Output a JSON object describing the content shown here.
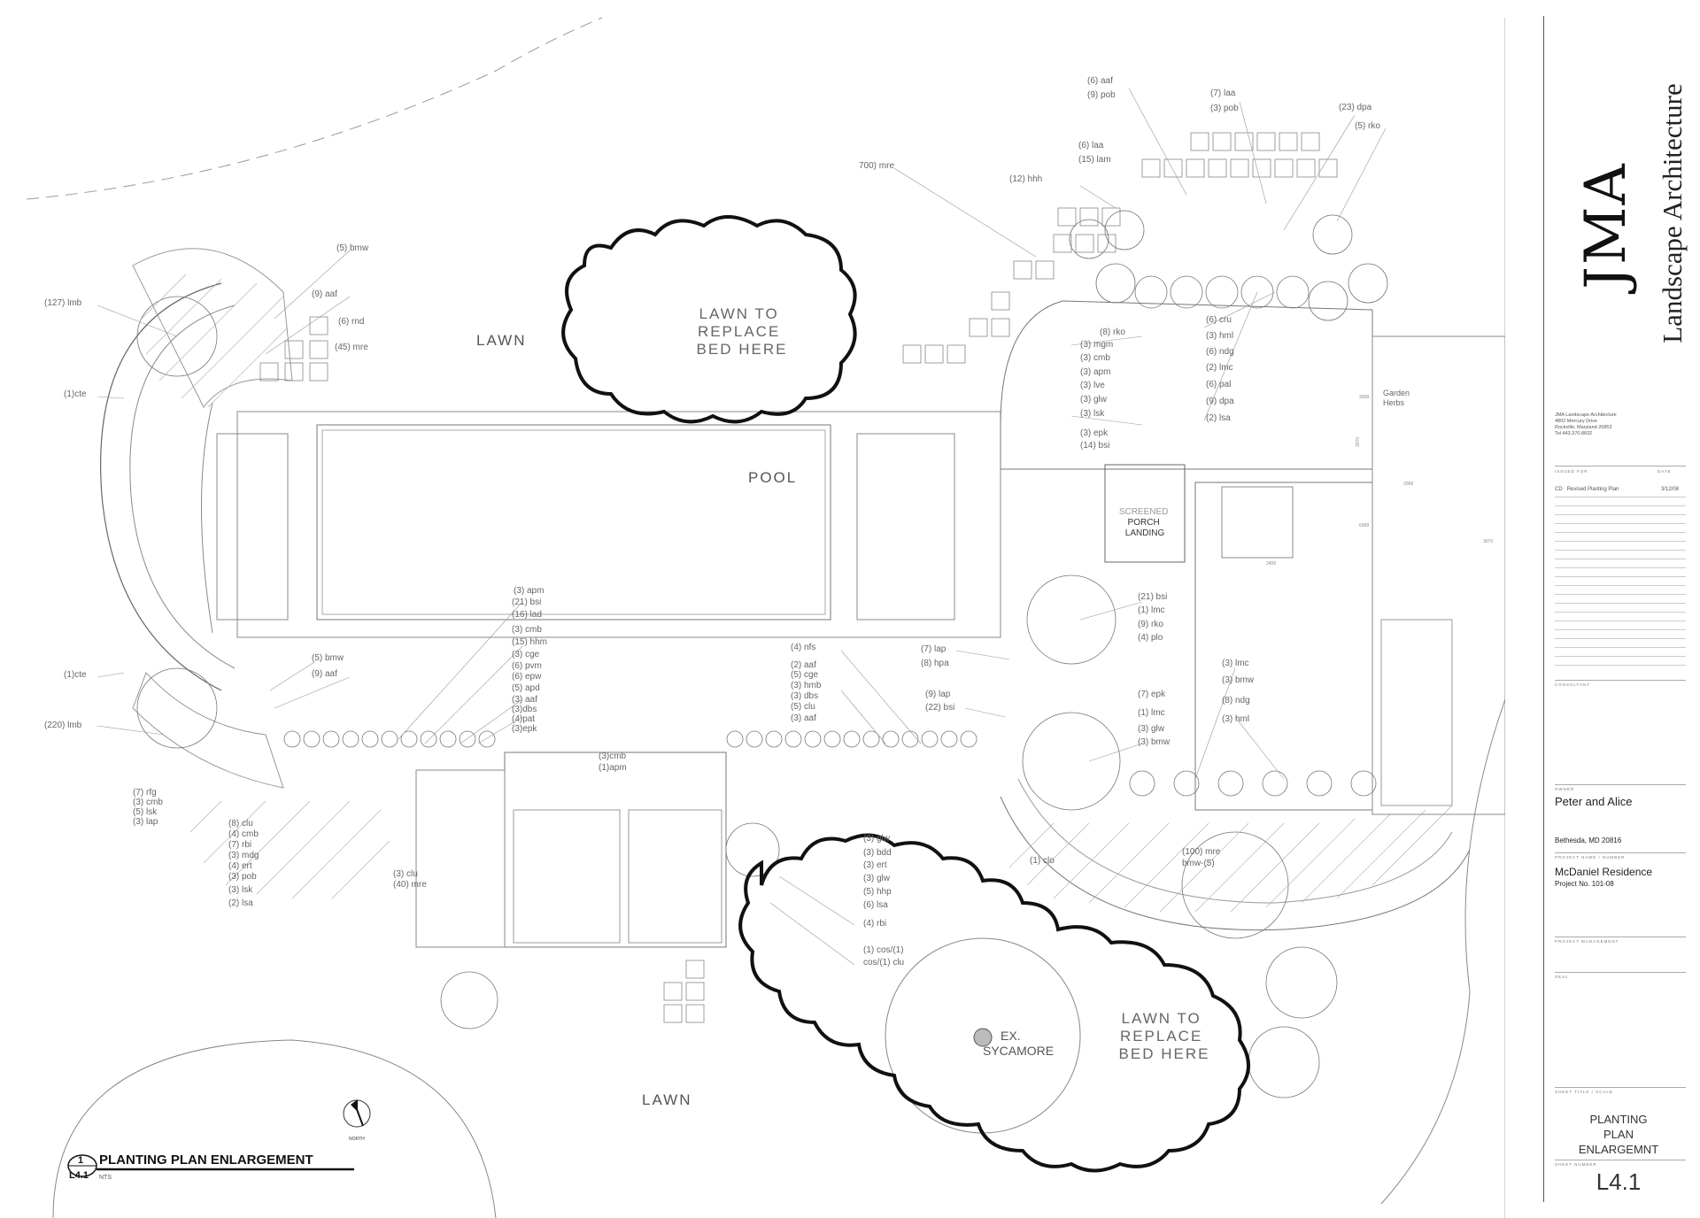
{
  "drawing": {
    "areas": {
      "lawn_top": "LAWN",
      "lawn_bottom": "LAWN",
      "pool": "POOL",
      "lawn_to_replace_1": [
        "LAWN TO",
        "REPLACE",
        "BED HERE"
      ],
      "lawn_to_replace_2": [
        "LAWN TO",
        "REPLACE",
        "BED HERE"
      ],
      "screened_porch": [
        "SCREENED",
        "PORCH",
        "LANDING"
      ],
      "garden_herbs": [
        "Garden",
        "Herbs"
      ],
      "ex_sycamore": [
        "EX.",
        "SYCAMORE"
      ]
    },
    "dimension_labels": [
      "3070",
      "3068",
      "2068",
      "3070",
      "2406",
      "6068"
    ],
    "plant_labels_left": [
      "(127) lmb",
      "(1)cte",
      "(1)cte",
      "(220) lmb",
      "(7) rfg",
      "(3) cmb",
      "(5) lsk",
      "(3) lap"
    ],
    "plant_labels_left_top": [
      "(5) bmw",
      "(9) aaf",
      "(6) rnd",
      "(45) mre"
    ],
    "plant_labels_left_mid": [
      "(5) bmw",
      "(9) aaf"
    ],
    "plant_labels_bottom_left": [
      "(8) clu",
      "(4) cmb",
      "(7) rbi",
      "(3) mdg",
      "(4) ert",
      "(3) pob",
      "(3) lsk",
      "(2) lsa"
    ],
    "plant_labels_pool_bottom": [
      "(3) apm",
      "(21) bsi",
      "(16) lad",
      "(3) cmb",
      "(15) hhm",
      "(3) cge",
      "(6) pvm",
      "(6) epw",
      "(5) apd",
      "(3) aaf",
      "(3)dbs",
      "(4)pat",
      "(3)epk"
    ],
    "plant_labels_center": [
      "(4) nfs",
      "(2) aaf",
      "(5) cge",
      "(3) hmb",
      "(3) dbs",
      "(5) clu",
      "(3) aaf"
    ],
    "plant_labels_center_right": [
      "(7) lap",
      "(8) hpa",
      "(9) lap",
      "(22) bsi"
    ],
    "plant_labels_mid_small": [
      "(3)cmb",
      "(1)apm",
      "(3) clu",
      "(40) mre"
    ],
    "plant_labels_bottom_center": [
      "(3) glw",
      "(3) bdd",
      "(3) ert",
      "(3) glw",
      "(5) hhp",
      "(6) lsa",
      "(4) rbi",
      "(1) cos/(1)",
      "cos/(1) clu"
    ],
    "plant_labels_top_center": [
      "700) mre",
      "(12) hhh"
    ],
    "plant_labels_top_right": [
      "(6) aaf",
      "(9) pob",
      "(7) laa",
      "(3) pob",
      "(23) dpa",
      "(5) rko",
      "(6) laa",
      "(15) lam"
    ],
    "plant_labels_court_left": [
      "(8) rko",
      "(3) mgm",
      "(3) cmb",
      "(3) apm",
      "(3) lve",
      "(3) glw",
      "(3) lsk",
      "(3) epk",
      "(14) bsi"
    ],
    "plant_labels_court_right": [
      "(6) cru",
      "(3) hml",
      "(6) ndg",
      "(2) lmc",
      "(6) pal",
      "(9) dpa",
      "(2) lsa"
    ],
    "plant_labels_porch_lower": [
      "(21) bsi",
      "(1) lmc",
      "(9) rko",
      "(4) plo",
      "(7) epk",
      "(1) lmc",
      "(3) glw",
      "(3) bmw"
    ],
    "plant_labels_house_right": [
      "(3) lmc",
      "(3) bmw",
      "(8) ndg",
      "(3) hml"
    ],
    "plant_labels_bottom_right": [
      "(1) clo",
      "(100) mre",
      "bmw-(5)"
    ],
    "sheet_caption": {
      "number": "1",
      "sheet": "L4.1",
      "title": "PLANTING PLAN ENLARGEMENT",
      "scale": "NTS",
      "north": "NORTH"
    }
  },
  "title_block": {
    "firm_logo": "JMA",
    "firm_name": "Landscape Architecture",
    "firm_address": [
      "JMA Landscape Architecture",
      "4802 Mercury Drive",
      "Rockville, Maryland 20853",
      "Tel 443.370.8832"
    ],
    "issued_for_label": "ISSUED FOR",
    "date_label": "DATE",
    "issue_rows": [
      {
        "code": "CD",
        "desc": "Revised Planting Plan",
        "date": "3/12/08"
      }
    ],
    "consultant_label": "CONSULTANT",
    "owner_label": "OWNER",
    "owner": "Peter and Alice",
    "location": "Bethesda, MD 20816",
    "project_label": "PROJECT NAME / NUMBER",
    "project_name": "McDaniel Residence",
    "project_number": "Project No. 101-08",
    "pm_label": "PROJECT MANAGEMENT",
    "seal_label": "SEAL",
    "sheet_title_label": "SHEET TITLE / SCALE",
    "sheet_title": [
      "PLANTING",
      "PLAN",
      "ENLARGEMNT"
    ],
    "sheet_number_label": "SHEET NUMBER",
    "sheet_number": "L4.1"
  }
}
